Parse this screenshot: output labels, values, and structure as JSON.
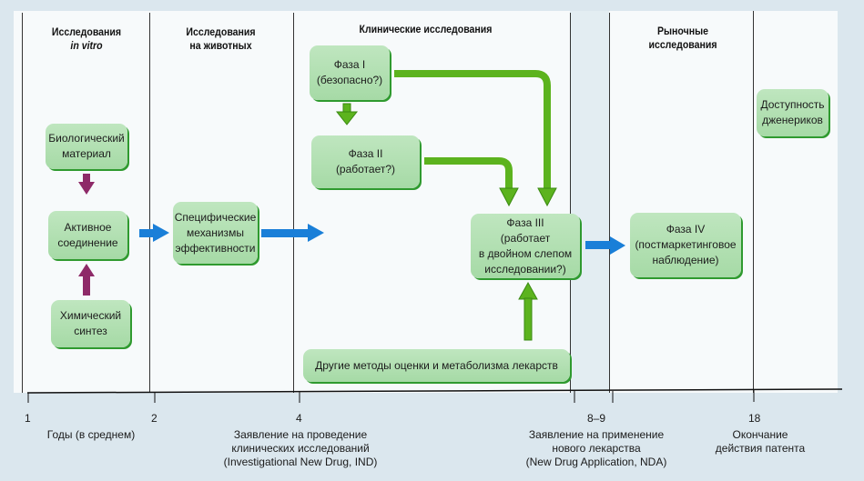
{
  "columns": [
    {
      "title_line1": "Исследования",
      "title_line2": "in vitro"
    },
    {
      "title_line1": "Исследования",
      "title_line2": "на животных"
    },
    {
      "title_line1": "Клинические исследования",
      "title_line2": ""
    },
    {
      "title_line1": "Рыночные",
      "title_line2": "исследования"
    }
  ],
  "boxes": {
    "bio_material": "Биологический\nматериал",
    "active_compound": "Активное\nсоединение",
    "chemical_synthesis": "Химический\nсинтез",
    "specific_mechanisms": "Специфические\nмеханизмы\nэффективности",
    "phase1": "Фаза I\n(безопасно?)",
    "phase2": "Фаза II\n(работает?)",
    "phase3": "Фаза III\n(работает\nв двойном слепом\nисследовании?)",
    "other_methods": "Другие методы оценки и метаболизма лекарств",
    "phase4": "Фаза IV\n(постмаркетинговое\nнаблюдение)",
    "generics": "Доступность\nдженериков"
  },
  "timeline": {
    "ticks": [
      "1",
      "2",
      "4",
      "8–9",
      "18"
    ],
    "years_label": "Годы (в среднем)",
    "ind_label": "Заявление на проведение\nклинических исследований\n(Investigational New Drug, IND)",
    "nda_label": "Заявление на применение\nнового лекарства\n(New Drug Application, NDA)",
    "patent_label": "Окончание\nдействия патента"
  },
  "colors": {
    "green_arrow": "#5cb31e",
    "green_arrow_border": "#3a8a12",
    "blue_arrow": "#1a7fd8",
    "purple_arrow": "#8e2a68",
    "box_fill": "#b3e0b3",
    "box_shadow": "#2f9a2f"
  }
}
